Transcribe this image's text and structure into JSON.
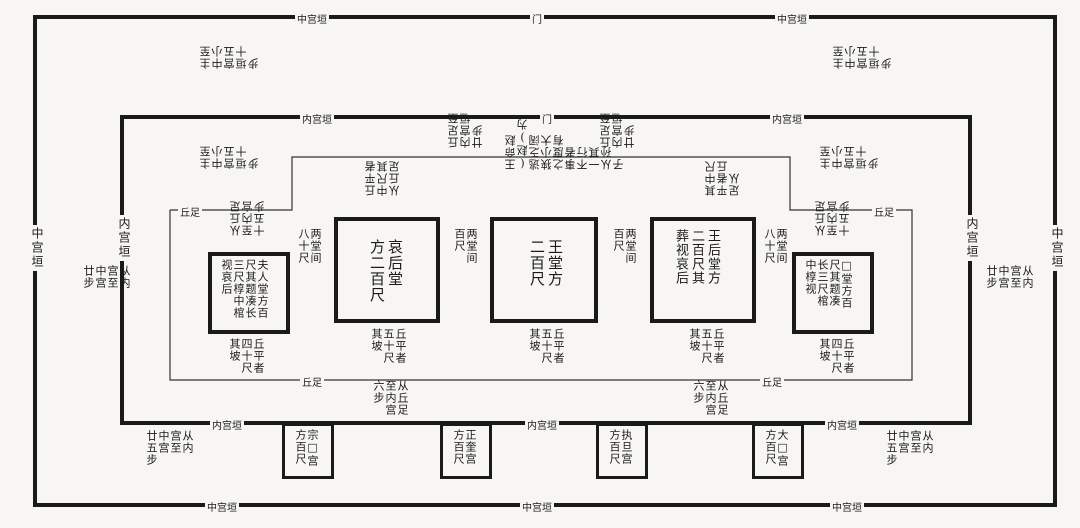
{
  "walls": {
    "outer_top": [
      "中宫垣",
      "门",
      "中宫垣"
    ],
    "outer_bottom": [
      "中宫垣",
      "中宫垣",
      "中宫垣"
    ],
    "outer_side": "中宫垣",
    "inner_top": [
      "内宫垣",
      "门",
      "内宫垣"
    ],
    "inner_bottom": [
      "内宫垣",
      "内宫垣",
      "内宫垣"
    ],
    "inner_side": "内宫垣",
    "inner_side_right": "内宫垣"
  },
  "notes": {
    "top_left": "主至\n中小\n宫五\n垣十\n步",
    "top_right": "主至\n中小\n宫五\n垣十\n步",
    "mid_left": "主至\n中小\n宫五\n垣十\n步",
    "mid_right": "主至\n中小\n宫五\n垣十\n步",
    "left_side": "从内\n宫至\n中宫\n廿步",
    "right_side": "从内\n宫至\n中宫\n廿步",
    "bottom_left": "从内\n宫至\n中宫\n廿五步",
    "bottom_right": "从内\n宫至\n中宫\n廿五步",
    "south_center_left": "从丘足\n至内宫\n六步",
    "south_center_right": "从丘足\n至内宫\n六步",
    "upper_center_a": "丘足至\n内宫垣\n廿步",
    "upper_center_b": "丘足至\n内宫垣\n廿步",
    "upper_center_c": "丘平者\n中尺其\n从丘足",
    "upper_center_d": "其中尺\n平者丘\n足从",
    "decree": "王命赵\n(赵)为\n逃乏阔\n狭小大\n之度有\n事者\n不行\n一其\n从孙\n子",
    "mid_fin_left": "从丘足\n至内宫\n十五步",
    "mid_fin_right": "从丘足\n至内宫\n十五步",
    "qiuzu": "丘足"
  },
  "halls": [
    {
      "id": "wife",
      "text": "夫人堂方百\n尺其题凑长\n三尺椁中棺\n视哀后"
    },
    {
      "id": "queen",
      "text": "哀后堂\n方二百尺"
    },
    {
      "id": "king",
      "text": "王堂方\n二百尺"
    },
    {
      "id": "queen2",
      "text": "王后堂方\n二百尺其\n葬视哀后"
    },
    {
      "id": "wife2",
      "text": "□堂方百\n尺其题凑\n长三尺棺\n中椁视"
    }
  ],
  "hall_gaps": [
    "两堂间\n八十尺",
    "两堂间\n百尺",
    "两堂间\n百尺",
    "两堂间\n八十尺"
  ],
  "slopes": [
    "丘平者\n四十尺\n其坡",
    "丘平者\n五十尺\n其坡",
    "丘平者\n五十尺\n其坡",
    "丘平者\n五十尺\n其坡",
    "丘平者\n四十尺\n其坡"
  ],
  "gates": [
    {
      "id": "zhengdi",
      "text": "正奎宫\n方百尺"
    },
    {
      "id": "zhixun",
      "text": "执旦宫\n方百尺"
    },
    {
      "id": "dayi",
      "text": "大□宫\n方百尺"
    },
    {
      "id": "zongdi",
      "text": "宗□宫\n方百尺"
    }
  ],
  "stubs": {
    "qiu_l": "丘足",
    "qiu_r": "丘足",
    "qiu_bl": "丘足",
    "qiu_br": "丘足"
  }
}
